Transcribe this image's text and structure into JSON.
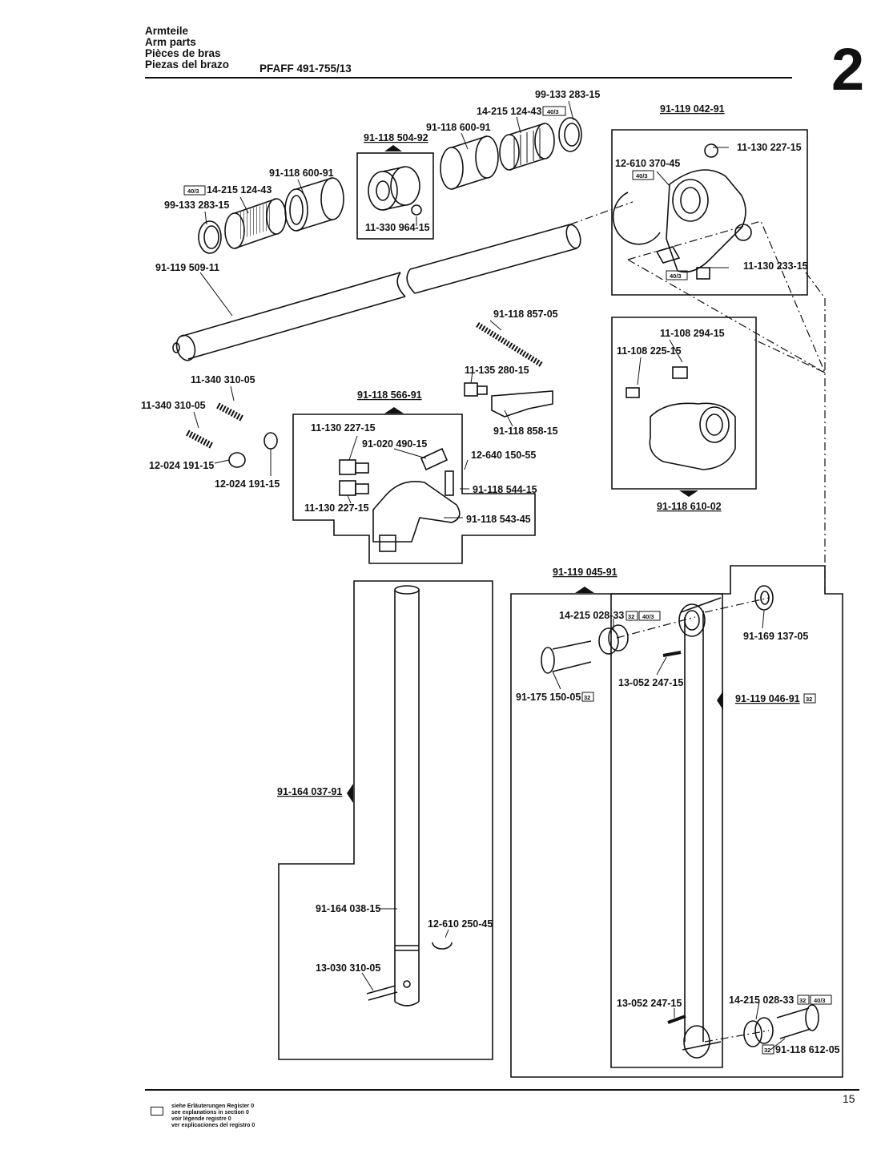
{
  "header": {
    "lines": [
      "Armteile",
      "Arm parts",
      "Pièces de bras",
      "Piezas del brazo"
    ],
    "model": "PFAFF 491-755/13",
    "section_number": "2"
  },
  "callouts": [
    {
      "id": "c1",
      "text": "99-133 283-15"
    },
    {
      "id": "c2",
      "text": "14-215 124-43"
    },
    {
      "id": "c3",
      "text": "91-118 600-91"
    },
    {
      "id": "c4",
      "text": "91-118 504-92"
    },
    {
      "id": "c5",
      "text": "91-118 600-91"
    },
    {
      "id": "c6",
      "text": "14-215 124-43"
    },
    {
      "id": "c7",
      "text": "99-133 283-15"
    },
    {
      "id": "c8",
      "text": "11-330 964-15"
    },
    {
      "id": "c9",
      "text": "91-119 509-11"
    },
    {
      "id": "c10",
      "text": "91-119 042-91"
    },
    {
      "id": "c11",
      "text": "11-130 227-15"
    },
    {
      "id": "c12",
      "text": "12-610 370-45"
    },
    {
      "id": "c13",
      "text": "11-130 233-15"
    },
    {
      "id": "c14",
      "text": "91-118 857-05"
    },
    {
      "id": "c15",
      "text": "11-135 280-15"
    },
    {
      "id": "c16",
      "text": "91-118 858-15"
    },
    {
      "id": "c17",
      "text": "11-340 310-05"
    },
    {
      "id": "c18",
      "text": "11-340 310-05"
    },
    {
      "id": "c19",
      "text": "12-024 191-15"
    },
    {
      "id": "c20",
      "text": "12-024 191-15"
    },
    {
      "id": "c21",
      "text": "91-118 566-91"
    },
    {
      "id": "c22",
      "text": "11-130 227-15"
    },
    {
      "id": "c23",
      "text": "91-020 490-15"
    },
    {
      "id": "c24",
      "text": "12-640 150-55"
    },
    {
      "id": "c25",
      "text": "91-118 544-15"
    },
    {
      "id": "c26",
      "text": "91-118 543-45"
    },
    {
      "id": "c27",
      "text": "11-130 227-15"
    },
    {
      "id": "c28",
      "text": "11-108 294-15"
    },
    {
      "id": "c29",
      "text": "11-108 225-15"
    },
    {
      "id": "c30",
      "text": "91-118 610-02"
    },
    {
      "id": "c31",
      "text": "91-119 045-91"
    },
    {
      "id": "c32",
      "text": "14-215 028-33"
    },
    {
      "id": "c33",
      "text": "91-169 137-05"
    },
    {
      "id": "c34",
      "text": "13-052 247-15"
    },
    {
      "id": "c35",
      "text": "91-175 150-05"
    },
    {
      "id": "c36",
      "text": "91-119 046-91"
    },
    {
      "id": "c37",
      "text": "91-164 037-91"
    },
    {
      "id": "c38",
      "text": "91-164 038-15"
    },
    {
      "id": "c39",
      "text": "12-610 250-45"
    },
    {
      "id": "c40",
      "text": "13-030 310-05"
    },
    {
      "id": "c41",
      "text": "13-052 247-15"
    },
    {
      "id": "c42",
      "text": "14-215 028-33"
    },
    {
      "id": "c43",
      "text": "91-118 612-05"
    }
  ],
  "reference_tags": {
    "t403": "40/3",
    "t32": "32"
  },
  "footer": {
    "page_number": "15",
    "legend": [
      "siehe Erläuterungen Register 0",
      "see explanations in section 0",
      "voir légende registre 0",
      "ver explicaciones del registro 0"
    ]
  }
}
